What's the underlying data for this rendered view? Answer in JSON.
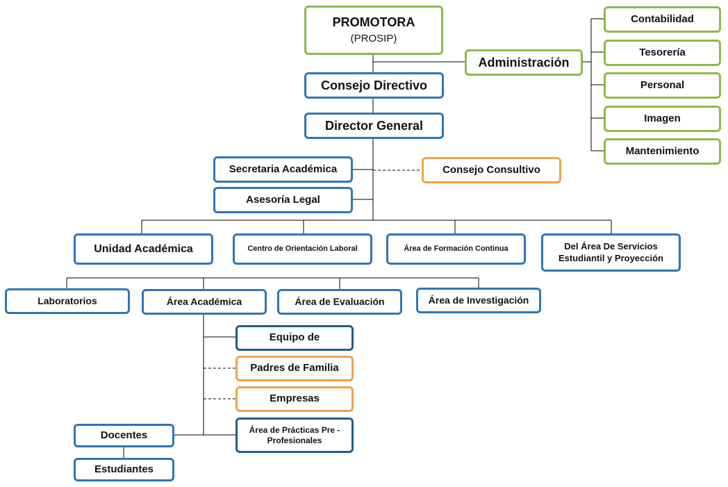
{
  "nodes": {
    "promotora": {
      "title": "PROMOTORA",
      "subtitle": "(PROSIP)"
    },
    "administracion": "Administración",
    "contabilidad": "Contabilidad",
    "tesoreria": "Tesorería",
    "personal": "Personal",
    "imagen": "Imagen",
    "mantenimiento": "Mantenimiento",
    "consejo_directivo": "Consejo Directivo",
    "director_general": "Director General",
    "secretaria_academica": "Secretaria Académica",
    "consejo_consultivo": "Consejo Consultivo",
    "asesoria_legal": "Asesoría Legal",
    "unidad_academica": "Unidad Académica",
    "centro_orientacion": "Centro de Orientación Laboral",
    "area_formacion": "Área de Formación Continua",
    "area_servicios": "Del Área De Servicios Estudiantil y Proyección",
    "laboratorios": "Laboratorios",
    "area_academica": "Área Académica",
    "area_evaluacion": "Área de Evaluación",
    "area_investigacion": "Área de Investigación",
    "equipo_de": "Equipo de",
    "padres_familia": "Padres de Familia",
    "empresas": "Empresas",
    "area_practicas": "Área de Prácticas Pre - Profesionales",
    "docentes": "Docentes",
    "estudiantes": "Estudiantes"
  },
  "colors": {
    "green": "#8db94c",
    "blue": "#2e75b6",
    "dark_blue": "#1f5d86",
    "orange": "#f2a14c",
    "line": "#000000"
  }
}
